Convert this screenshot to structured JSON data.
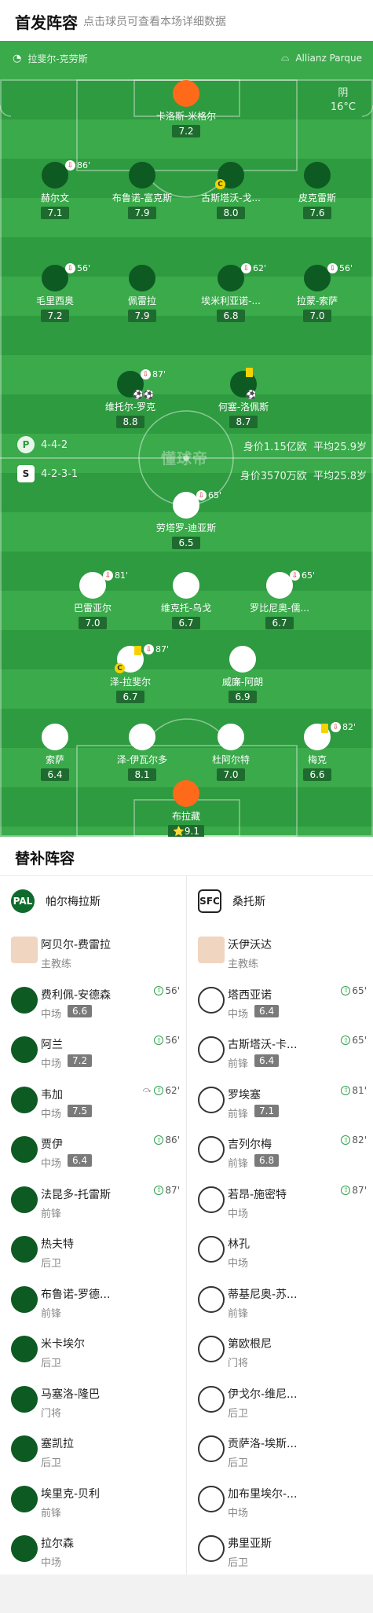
{
  "header": {
    "title": "首发阵容",
    "subtitle": "点击球员可查看本场详细数据"
  },
  "pitch": {
    "stadium_left": "拉斐尔-克劳斯",
    "stadium_right": "Allianz Parque",
    "weather": "阴",
    "temperature": "16°C",
    "watermark": "懂球帝",
    "home": {
      "formation": "4-4-2",
      "value": "身价1.15亿欧",
      "avg_age": "平均25.9岁"
    },
    "away": {
      "formation": "4-2-3-1",
      "value": "身价3570万欧",
      "avg_age": "平均25.8岁"
    }
  },
  "starters": [
    {
      "side": "gk",
      "name": "卡洛斯-米格尔",
      "rating": "7.2"
    },
    {
      "side": "home",
      "name": "赫尔文",
      "rating": "7.1",
      "sub": "86'"
    },
    {
      "side": "home",
      "name": "布鲁诺-富克斯",
      "rating": "7.9"
    },
    {
      "side": "home",
      "name": "古斯塔沃-戈...",
      "rating": "8.0",
      "captain": "C"
    },
    {
      "side": "home",
      "name": "皮克雷斯",
      "rating": "7.6"
    },
    {
      "side": "home",
      "name": "毛里西奥",
      "rating": "7.2",
      "sub": "56'"
    },
    {
      "side": "home",
      "name": "佩雷拉",
      "rating": "7.9"
    },
    {
      "side": "home",
      "name": "埃米利亚诺-...",
      "rating": "6.8",
      "sub": "62'"
    },
    {
      "side": "home",
      "name": "拉蒙-索萨",
      "rating": "7.0",
      "sub": "56'"
    },
    {
      "side": "home",
      "name": "维托尔-罗克",
      "rating": "8.8",
      "sub": "87'",
      "events": "⚽⚽"
    },
    {
      "side": "home",
      "name": "何塞-洛佩斯",
      "rating": "8.7",
      "yellow": true,
      "events": "⚽"
    },
    {
      "side": "away",
      "name": "劳塔罗-迪亚斯",
      "rating": "6.5",
      "sub": "65'"
    },
    {
      "side": "away",
      "name": "巴雷亚尔",
      "rating": "7.0",
      "sub": "81'"
    },
    {
      "side": "away",
      "name": "维克托-乌戈",
      "rating": "6.7"
    },
    {
      "side": "away",
      "name": "罗比尼奥-儒...",
      "rating": "6.7",
      "sub": "65'"
    },
    {
      "side": "away",
      "name": "泽-拉斐尔",
      "rating": "6.7",
      "sub": "87'",
      "yellow": true,
      "captain": "C"
    },
    {
      "side": "away",
      "name": "威廉-阿朗",
      "rating": "6.9"
    },
    {
      "side": "away",
      "name": "索萨",
      "rating": "6.4"
    },
    {
      "side": "away",
      "name": "泽-伊瓦尔多",
      "rating": "8.1"
    },
    {
      "side": "away",
      "name": "杜阿尔特",
      "rating": "7.0"
    },
    {
      "side": "away",
      "name": "梅克",
      "rating": "6.6",
      "sub": "82'",
      "yellow": true
    },
    {
      "side": "gk",
      "name": "布拉藏",
      "rating": "⭐9.1"
    }
  ],
  "subs": {
    "title": "替补阵容",
    "home": {
      "team": "帕尔梅拉斯",
      "crest": "PAL",
      "coach": {
        "name": "阿贝尔-费雷拉",
        "role": "主教练"
      },
      "players": [
        {
          "name": "费利佩-安德森",
          "pos": "中场",
          "rating": "6.6",
          "min": "56'"
        },
        {
          "name": "阿兰",
          "pos": "中场",
          "rating": "7.2",
          "min": "56'"
        },
        {
          "name": "韦加",
          "pos": "中场",
          "rating": "7.5",
          "min": "62'",
          "boot": true
        },
        {
          "name": "贾伊",
          "pos": "中场",
          "rating": "6.4",
          "min": "86'"
        },
        {
          "name": "法昆多-托雷斯",
          "pos": "前锋",
          "min": "87'"
        },
        {
          "name": "热夫特",
          "pos": "后卫"
        },
        {
          "name": "布鲁诺-罗德...",
          "pos": "前锋"
        },
        {
          "name": "米卡埃尔",
          "pos": "后卫"
        },
        {
          "name": "马塞洛-隆巴",
          "pos": "门将"
        },
        {
          "name": "塞凯拉",
          "pos": "后卫"
        },
        {
          "name": "埃里克-贝利",
          "pos": "前锋"
        },
        {
          "name": "拉尔森",
          "pos": "中场"
        }
      ]
    },
    "away": {
      "team": "桑托斯",
      "crest": "SFC",
      "coach": {
        "name": "沃伊沃达",
        "role": "主教练"
      },
      "players": [
        {
          "name": "塔西亚诺",
          "pos": "中场",
          "rating": "6.4",
          "min": "65'"
        },
        {
          "name": "古斯塔沃-卡...",
          "pos": "前锋",
          "rating": "6.4",
          "min": "65'"
        },
        {
          "name": "罗埃塞",
          "pos": "前锋",
          "rating": "7.1",
          "min": "81'"
        },
        {
          "name": "吉列尔梅",
          "pos": "前锋",
          "rating": "6.8",
          "min": "82'"
        },
        {
          "name": "若昂-施密特",
          "pos": "中场",
          "min": "87'"
        },
        {
          "name": "林孔",
          "pos": "中场"
        },
        {
          "name": "蒂基尼奥-苏...",
          "pos": "前锋"
        },
        {
          "name": "第欧根尼",
          "pos": "门将"
        },
        {
          "name": "伊戈尔-维尼...",
          "pos": "后卫"
        },
        {
          "name": "贡萨洛-埃斯...",
          "pos": "后卫"
        },
        {
          "name": "加布里埃尔-...",
          "pos": "中场"
        },
        {
          "name": "弗里亚斯",
          "pos": "后卫"
        }
      ]
    }
  }
}
